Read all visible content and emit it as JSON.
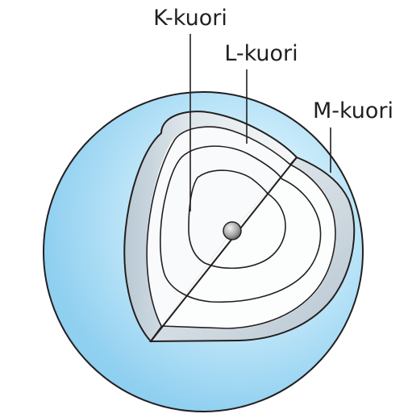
{
  "labels": {
    "k_shell": "K-kuori",
    "l_shell": "L-kuori",
    "m_shell": "M-kuori"
  },
  "colors": {
    "sphere_outer": "#a9dcf5",
    "sphere_highlight": "#e7f6fd",
    "cut_face_light": "#f4f6f7",
    "cut_face_shade": "#c3d0d9",
    "cross_section": "#ffffff",
    "outline": "#231f20",
    "nucleus": "#8a8a8a"
  }
}
